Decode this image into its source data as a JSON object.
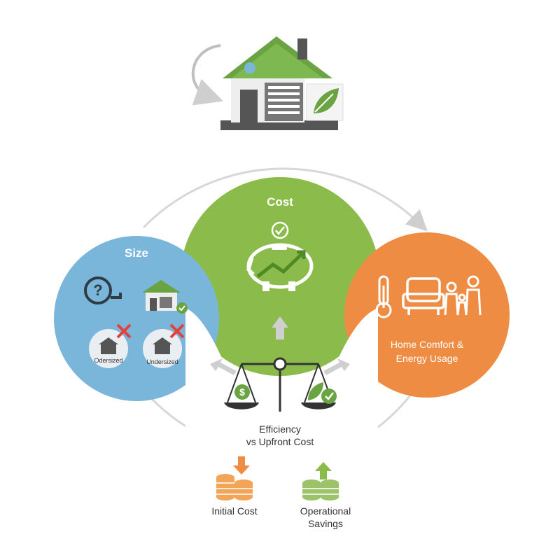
{
  "circles": {
    "size": {
      "title": "Size",
      "oversized_label": "Odersized",
      "undersized_label": "Undersized",
      "color": "#7ab6d9"
    },
    "cost": {
      "title": "Cost",
      "color": "#8bbb4a"
    },
    "comfort": {
      "title_line1": "Home Comfort &",
      "title_line2": "Energy Usage",
      "color": "#ef8c44"
    }
  },
  "balance": {
    "line1": "Efficiency",
    "line2": "vs Upfront Cost"
  },
  "bottom": {
    "initial_cost": "Initial Cost",
    "operational_line1": "Operational",
    "operational_line2": "Savings"
  },
  "colors": {
    "arrow_gray": "#cfcfcf",
    "house_roof": "#6aa442",
    "house_wall": "#e6e6e6",
    "accent_red": "#e5403a",
    "coin_orange": "#f3a557",
    "coin_green": "#9cc36a"
  }
}
